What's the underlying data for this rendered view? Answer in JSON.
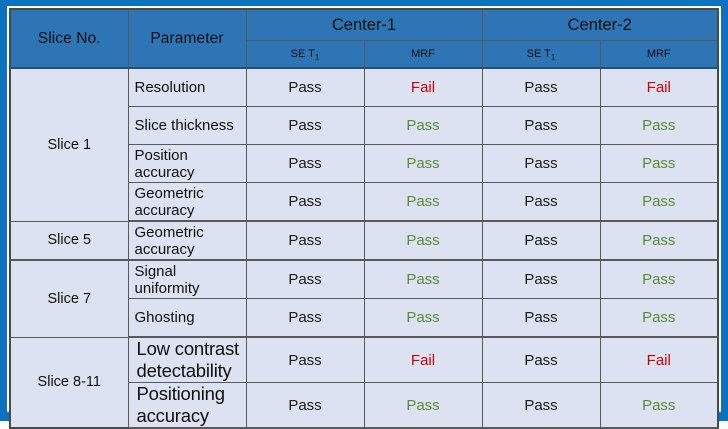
{
  "table": {
    "colors": {
      "header_blue": "#2E75B6",
      "body_blue": "#DCE2F1",
      "frame_blue": "#0C72C0",
      "pass_green": "#5F8B38",
      "fail_red": "#CC0000",
      "grid": "#595959"
    },
    "header": {
      "slice_no": "Slice No.",
      "parameter": "Parameter",
      "centers": [
        {
          "label": "Center-1",
          "sub": [
            {
              "name": "SE T",
              "subscript": "1"
            },
            {
              "name": "MRF",
              "subscript": ""
            }
          ]
        },
        {
          "label": "Center-2",
          "sub": [
            {
              "name": "SE T",
              "subscript": "1"
            },
            {
              "name": "MRF",
              "subscript": ""
            }
          ]
        }
      ]
    },
    "groups": [
      {
        "slice": "Slice 1",
        "rowspan": 4,
        "rows": [
          {
            "parameter": "Resolution",
            "big": false,
            "c1_se": "Pass",
            "c1_mrf": "Fail",
            "c2_se": "Pass",
            "c2_mrf": "Fail"
          },
          {
            "parameter": "Slice thickness",
            "big": false,
            "c1_se": "Pass",
            "c1_mrf": "Pass",
            "c2_se": "Pass",
            "c2_mrf": "Pass"
          },
          {
            "parameter": "Position accuracy",
            "big": false,
            "c1_se": "Pass",
            "c1_mrf": "Pass",
            "c2_se": "Pass",
            "c2_mrf": "Pass"
          },
          {
            "parameter": "Geometric  accuracy",
            "big": false,
            "c1_se": "Pass",
            "c1_mrf": "Pass",
            "c2_se": "Pass",
            "c2_mrf": "Pass"
          }
        ]
      },
      {
        "slice": "Slice 5",
        "rowspan": 1,
        "rows": [
          {
            "parameter": "Geometric  accuracy",
            "big": false,
            "c1_se": "Pass",
            "c1_mrf": "Pass",
            "c2_se": "Pass",
            "c2_mrf": "Pass"
          }
        ]
      },
      {
        "slice": "Slice 7",
        "rowspan": 2,
        "rows": [
          {
            "parameter": "Signal uniformity",
            "big": false,
            "c1_se": "Pass",
            "c1_mrf": "Pass",
            "c2_se": "Pass",
            "c2_mrf": "Pass"
          },
          {
            "parameter": "Ghosting",
            "big": false,
            "c1_se": "Pass",
            "c1_mrf": "Pass",
            "c2_se": "Pass",
            "c2_mrf": "Pass"
          }
        ]
      },
      {
        "slice": "Slice 8-11",
        "rowspan": 2,
        "rows": [
          {
            "parameter": "Low contrast detectability",
            "big": true,
            "c1_se": "Pass",
            "c1_mrf": "Fail",
            "c2_se": "Pass",
            "c2_mrf": "Fail"
          },
          {
            "parameter": "Positioning accuracy",
            "big": true,
            "c1_se": "Pass",
            "c1_mrf": "Pass",
            "c2_se": "Pass",
            "c2_mrf": "Pass"
          }
        ]
      }
    ]
  }
}
